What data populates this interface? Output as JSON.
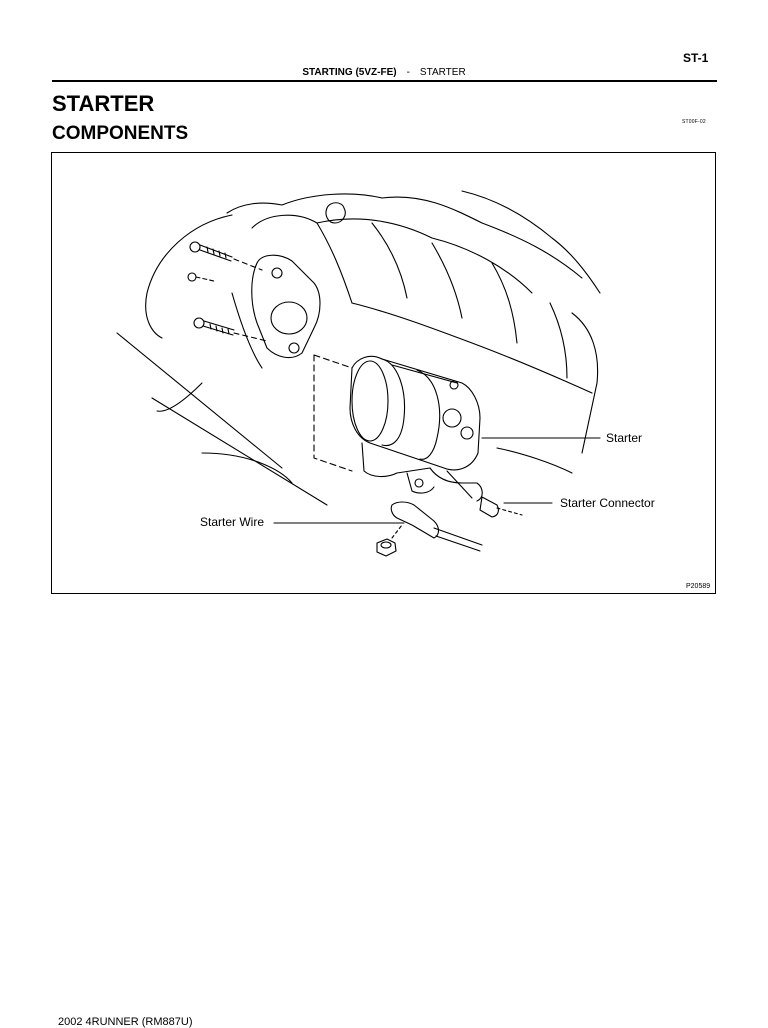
{
  "header": {
    "page_number": "ST-1",
    "section": "STARTING (5VZ-FE)",
    "separator": "-",
    "subsection": "STARTER"
  },
  "title": "STARTER",
  "subtitle": "COMPONENTS",
  "doc_code": "ST00F-02",
  "figure": {
    "labels": {
      "starter": "Starter",
      "starter_connector": "Starter Connector",
      "starter_wire": "Starter Wire"
    },
    "figure_number": "P20589"
  },
  "footer": "2002 4RUNNER   (RM887U)"
}
